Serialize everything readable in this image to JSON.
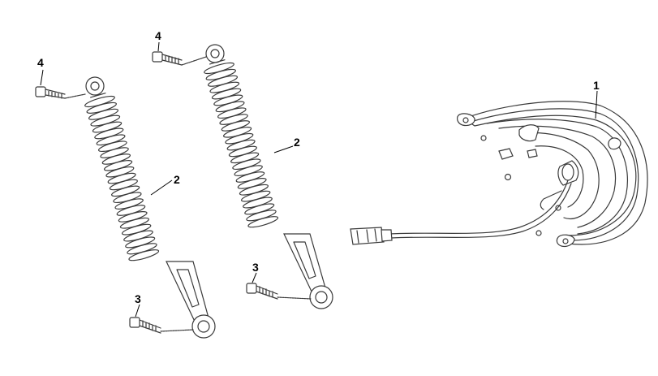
{
  "callouts": [
    {
      "id": "c4a",
      "text": "4"
    },
    {
      "id": "c2a",
      "text": "2"
    },
    {
      "id": "c3a",
      "text": "3"
    },
    {
      "id": "c4b",
      "text": "4"
    },
    {
      "id": "c2b",
      "text": "2"
    },
    {
      "id": "c3b",
      "text": "3"
    },
    {
      "id": "c1",
      "text": "1"
    }
  ],
  "colors": {
    "line": "#3a3a3a",
    "label": "#000000",
    "background": "#ffffff"
  }
}
